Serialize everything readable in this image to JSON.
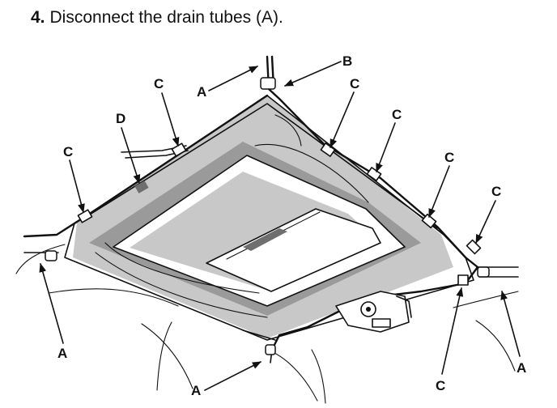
{
  "instruction": {
    "step_number": "4.",
    "text": "Disconnect the drain tubes (A)."
  },
  "callouts": {
    "a": "A",
    "b": "B",
    "c": "C",
    "d": "D"
  }
}
